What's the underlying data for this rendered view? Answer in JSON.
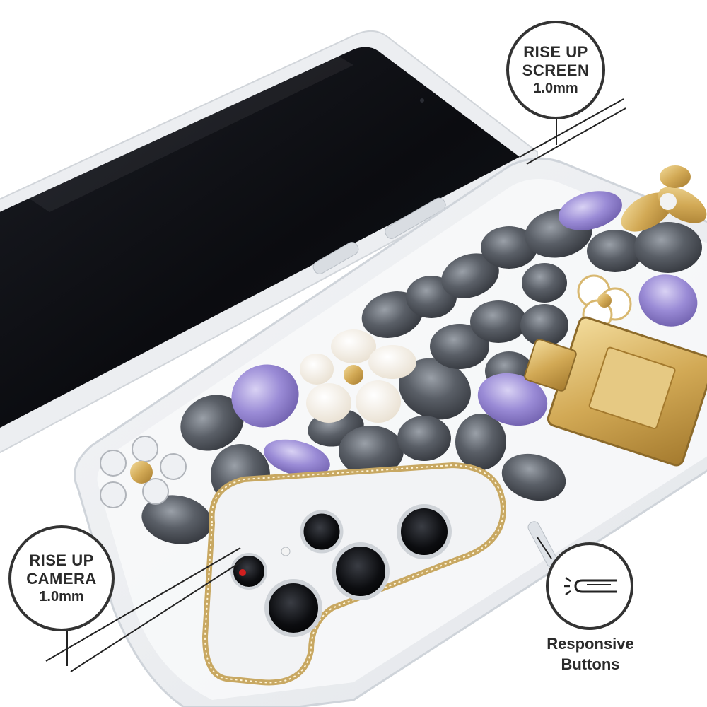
{
  "callouts": {
    "screen": {
      "line1": "RISE UP",
      "line2": "SCREEN",
      "line3": "1.0mm"
    },
    "camera": {
      "line1": "RISE UP",
      "line2": "CAMERA",
      "line3": "1.0mm"
    },
    "buttons": {
      "icon": "button-press-icon",
      "caption_line1": "Responsive",
      "caption_line2": "Buttons"
    }
  },
  "colors": {
    "background": "#ffffff",
    "phone_screen": "#0d0e12",
    "gem_smoke": "#4a4f57",
    "gem_violet": "#8f82cc",
    "gold": "#d7b46a",
    "pearl": "#f4efe6",
    "callout_ink": "#333333"
  }
}
